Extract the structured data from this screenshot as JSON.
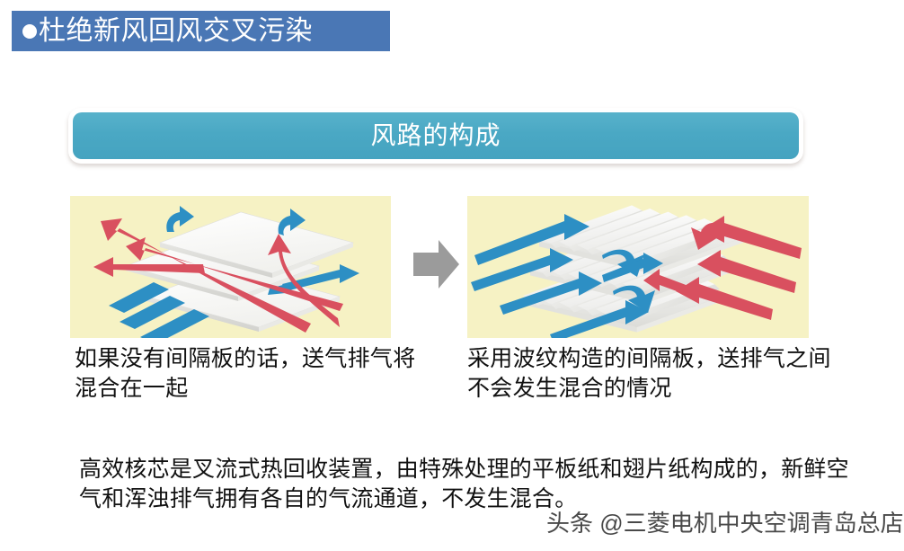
{
  "slide": {
    "background_color": "#ffffff",
    "title": {
      "bullet": "●",
      "text": "杜绝新风回风交叉污染",
      "banner_color": "#4a77b5",
      "text_color": "#ffffff"
    },
    "section_header": {
      "text": "风路的构成",
      "bar_color": "#4aa8c4",
      "text_color": "#ffffff"
    },
    "figures": {
      "panel_background": "#f6f2c4",
      "supply_air_color": "#2d8fc4",
      "exhaust_air_color": "#d9505f",
      "plate_color": "#ffffff",
      "left": {
        "name": "flat-plates-mixing-diagram",
        "description": "平板无间隔板，送气排气交叉混合"
      },
      "right": {
        "name": "corrugated-plates-separated-diagram",
        "description": "波纹构造间隔板，送气排气分离不混合"
      },
      "transition_arrow": {
        "direction": "right",
        "color": "#999999"
      }
    },
    "captions": {
      "left": "如果没有间隔板的话，送气排气将混合在一起",
      "right": "采用波纹构造的间隔板，送排气之间不会发生混合的情况"
    },
    "body_paragraph": "高效核芯是叉流式热回收装置，由特殊处理的平板纸和翅片纸构成的，新鲜空气和浑浊排气拥有各自的气流通道，不发生混合。",
    "watermark": "头条 @三菱电机中央空调青岛总店"
  }
}
